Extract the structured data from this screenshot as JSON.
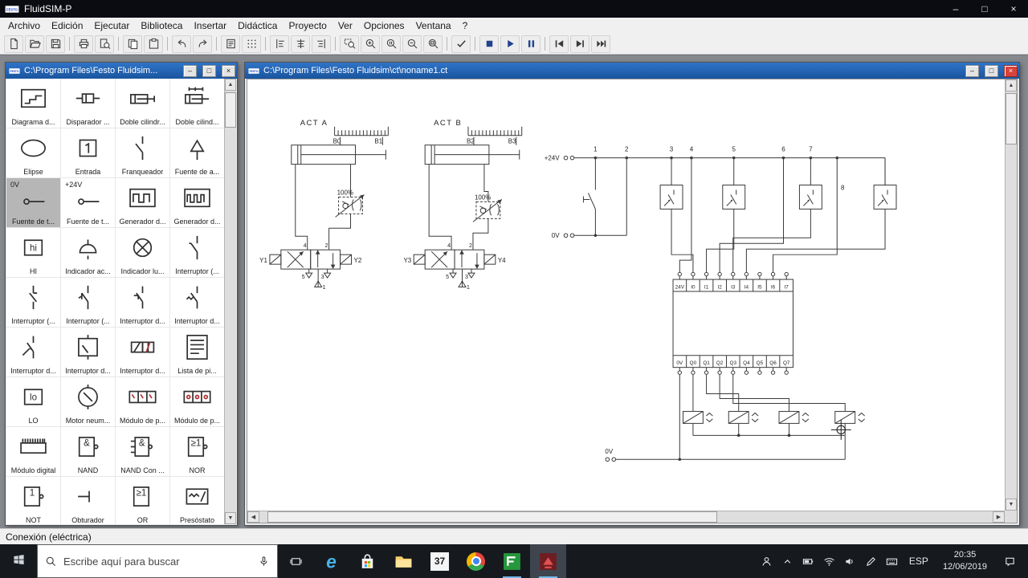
{
  "app": {
    "title": "FluidSIM-P",
    "logo_text": "FESTO"
  },
  "window_chrome": {
    "minimize": "–",
    "maximize": "□",
    "restore": "□",
    "close": "×"
  },
  "scrollbar_glyphs": {
    "up": "▲",
    "down": "▼",
    "left": "◀",
    "right": "▶"
  },
  "menu": {
    "items": [
      "Archivo",
      "Edición",
      "Ejecutar",
      "Biblioteca",
      "Insertar",
      "Didáctica",
      "Proyecto",
      "Ver",
      "Opciones",
      "Ventana",
      "?"
    ]
  },
  "toolbar": {
    "groups": [
      [
        "new-document",
        "open-file",
        "save-file"
      ],
      [
        "print",
        "print-preview"
      ],
      [
        "copy",
        "paste"
      ],
      [
        "undo",
        "redo"
      ],
      [
        "parts-list",
        "grid"
      ],
      [
        "align-left",
        "align-center",
        "align-right"
      ],
      [
        "zoom-window",
        "zoom-in",
        "zoom-original",
        "zoom-out",
        "zoom-fit"
      ],
      [
        "check-circuit"
      ],
      [
        "stop-simulation",
        "start-simulation",
        "pause-simulation"
      ],
      [
        "reset-simulation",
        "step-forward",
        "simulate-to-change"
      ]
    ]
  },
  "library_window": {
    "title": "C:\\Program Files\\Festo Fluidsim...",
    "items": [
      {
        "label": "Diagrama d...",
        "icon": "state-diagram"
      },
      {
        "label": "Disparador ...",
        "icon": "trigger"
      },
      {
        "label": "Doble cilindr...",
        "icon": "cylinder"
      },
      {
        "label": "Doble cilind...",
        "icon": "cylinder-sensor"
      },
      {
        "label": "Elipse",
        "icon": "ellipse"
      },
      {
        "label": "Entrada",
        "icon": "input-box"
      },
      {
        "label": "Franqueador",
        "icon": "contact"
      },
      {
        "label": "Fuente de a...",
        "icon": "air-source"
      },
      {
        "label": "Fuente de t...",
        "icon": "supply-source",
        "tag": "0V",
        "selected": true
      },
      {
        "label": "Fuente de t...",
        "icon": "supply-source",
        "tag": "+24V"
      },
      {
        "label": "Generador d...",
        "icon": "square-wave"
      },
      {
        "label": "Generador d...",
        "icon": "pulse-wave"
      },
      {
        "label": "HI",
        "icon": "hi-box"
      },
      {
        "label": "Indicador ac...",
        "icon": "buzzer"
      },
      {
        "label": "Indicador lu...",
        "icon": "lamp"
      },
      {
        "label": "Interruptor (...",
        "icon": "switch-no"
      },
      {
        "label": "Interruptor (...",
        "icon": "switch-nc"
      },
      {
        "label": "Interruptor (...",
        "icon": "switch-toggle"
      },
      {
        "label": "Interruptor d...",
        "icon": "switch-detent"
      },
      {
        "label": "Interruptor d...",
        "icon": "switch-pressure"
      },
      {
        "label": "Interruptor d...",
        "icon": "switch-proximity"
      },
      {
        "label": "Interruptor d...",
        "icon": "switch-reed"
      },
      {
        "label": "Interruptor d...",
        "icon": "valve-switch"
      },
      {
        "label": "Lista de pi...",
        "icon": "parts-list"
      },
      {
        "label": "LO",
        "icon": "lo-box"
      },
      {
        "label": "Motor neum...",
        "icon": "motor"
      },
      {
        "label": "Módulo de p...",
        "icon": "valve-module"
      },
      {
        "label": "Módulo de p...",
        "icon": "valve-module2"
      },
      {
        "label": "Módulo digital",
        "icon": "digital-module"
      },
      {
        "label": "NAND",
        "icon": "nand"
      },
      {
        "label": "NAND Con ...",
        "icon": "nand2"
      },
      {
        "label": "NOR",
        "icon": "nor"
      },
      {
        "label": "NOT",
        "icon": "not"
      },
      {
        "label": "Obturador",
        "icon": "plug"
      },
      {
        "label": "OR",
        "icon": "or"
      },
      {
        "label": "Presóstato",
        "icon": "pressure-switch"
      }
    ]
  },
  "circuit_window": {
    "title": "C:\\Program Files\\Festo Fluidsim\\ct\\noname1.ct",
    "labels": {
      "act_a": "ACT  A",
      "act_b": "ACT  B",
      "b0": "B0",
      "b1": "B1",
      "b2": "B2",
      "b3": "B3",
      "throttle_a": "100%",
      "throttle_b": "100%",
      "y1": "Y1",
      "y2": "Y2",
      "y3": "Y3",
      "y4": "Y4",
      "valve_a_ports": {
        "p1": "1",
        "p2": "2",
        "p3": "3",
        "p4": "4",
        "p5": "5"
      },
      "valve_b_ports": {
        "p1": "1",
        "p2": "2",
        "p3": "3",
        "p4": "4",
        "p5": "5"
      },
      "rail_24v": "+24V",
      "rail_0v_left": "0V",
      "rail_0v_bottom": "0V",
      "rungs": [
        "1",
        "2",
        "3",
        "4",
        "5",
        "6",
        "7",
        "8"
      ],
      "plc_inputs": [
        "24V",
        "I0",
        "I1",
        "I2",
        "I3",
        "I4",
        "I5",
        "I6",
        "I7"
      ],
      "plc_outputs": [
        "0V",
        "Q0",
        "Q1",
        "Q2",
        "Q3",
        "Q4",
        "Q5",
        "Q6",
        "Q7"
      ]
    }
  },
  "statusbar": {
    "text": "Conexión (eléctrica)"
  },
  "taskbar": {
    "search": {
      "placeholder": "Escribe aquí para buscar"
    },
    "apps": [
      {
        "name": "edge"
      },
      {
        "name": "store"
      },
      {
        "name": "explorer"
      },
      {
        "name": "mail",
        "badge": "37"
      },
      {
        "name": "chrome"
      },
      {
        "name": "fluidsim",
        "open": true
      },
      {
        "name": "festo-fluidsim",
        "open": true,
        "active": true
      }
    ],
    "tray": {
      "icons": [
        "people",
        "chevron-up",
        "battery",
        "wifi",
        "volume",
        "pen",
        "keyboard"
      ],
      "language": "ESP",
      "time": "20:35",
      "date": "12/06/2019"
    }
  }
}
